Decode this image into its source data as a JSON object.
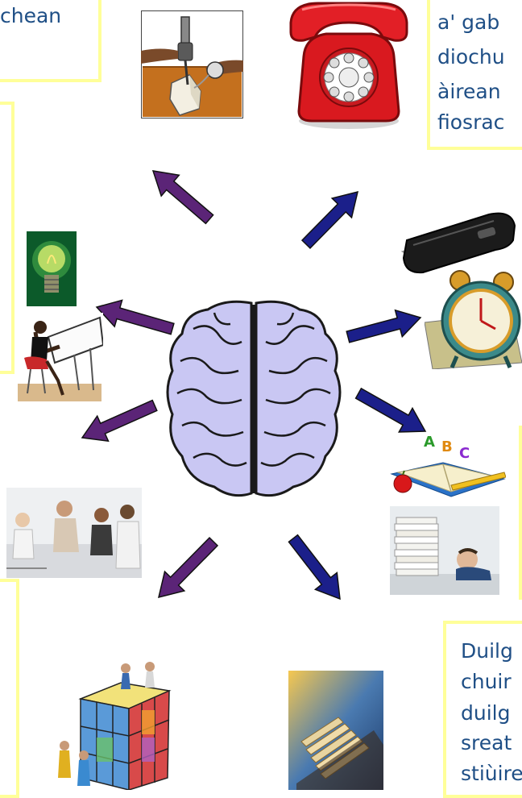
{
  "boxes": {
    "top_left": {
      "lines": [
        "chean"
      ]
    },
    "top_right": {
      "lines": [
        "a' gab",
        "diochu",
        "àirean",
        "fiosrac"
      ]
    },
    "bottom_right": {
      "lines": [
        "Duilg",
        "chuir",
        "duilg",
        "sreat",
        "stiùire"
      ]
    }
  },
  "colors": {
    "left_arrows": "#5b2477",
    "right_arrows": "#1b1f8a",
    "box_border": "#ffff99",
    "text": "#1f4f86"
  },
  "images": [
    "soldering-iron-image",
    "red-rotary-telephone-image",
    "lightbulb-image",
    "woman-at-drafting-table-image",
    "wallet-image",
    "alarm-clock-image",
    "brain-image",
    "abc-book-image",
    "group-meeting-photo",
    "man-with-paper-stack-photo",
    "people-climbing-cube-image",
    "card-index-file-photo"
  ]
}
